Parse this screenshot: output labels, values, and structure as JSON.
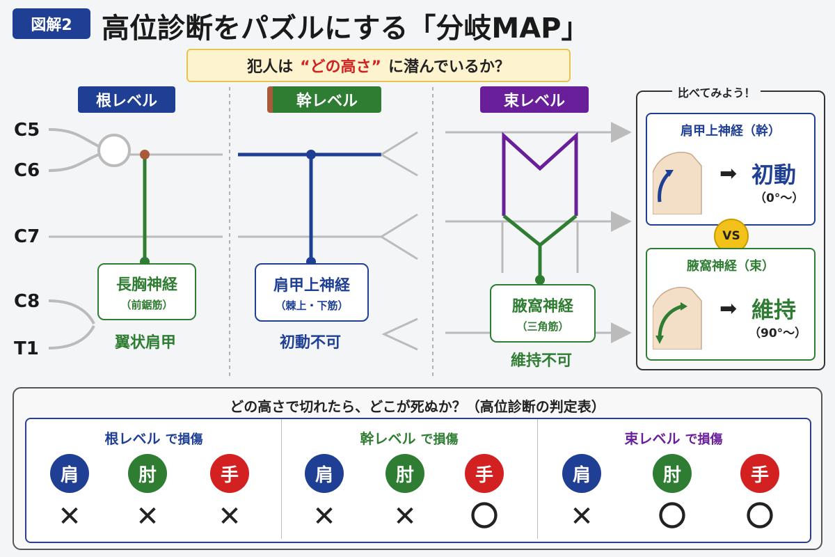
{
  "header": {
    "badge": "図解2",
    "title": "高位診断をパズルにする「分岐MAP」",
    "question_pre": "犯人は",
    "question_hl": "“どの高さ”",
    "question_post": "に潜んでいるか？"
  },
  "roots": [
    "C5",
    "C6",
    "C7",
    "C8",
    "T1"
  ],
  "levels": [
    {
      "label": "根レベル",
      "nerve": "長胸神経",
      "muscle": "（前鋸筋）",
      "result": "翼状肩甲",
      "color": "#1f3f94",
      "nerve_color": "#2f7d32"
    },
    {
      "label": "幹レベル",
      "nerve": "肩甲上神経",
      "muscle": "（棘上・下筋）",
      "result": "初動不可",
      "color": "#2f7d32",
      "nerve_color": "#1f3f94"
    },
    {
      "label": "束レベル",
      "nerve": "腋窩神経",
      "muscle": "（三角筋）",
      "result": "維持不可",
      "color": "#6a1f9a",
      "nerve_color": "#2f7d32"
    }
  ],
  "compare": {
    "title": "比べてみよう！",
    "top": {
      "title": "肩甲上神経（幹）",
      "result": "初動",
      "range": "（0°～）",
      "color": "#1f3f94"
    },
    "vs": "VS",
    "bottom": {
      "title": "腋窩神経（束）",
      "result": "維持",
      "range": "（90°～）",
      "color": "#2f7d32"
    },
    "arrow": "➡"
  },
  "table": {
    "title": "どの高さで切れたら、どこが死ぬか？（高位診断の判定表）",
    "suffix": "で損傷",
    "circle_labels": [
      "肩",
      "肘",
      "手"
    ],
    "circle_colors": [
      "#1f3f94",
      "#2f7d32",
      "#d32020"
    ],
    "columns": [
      {
        "level": "根レベル",
        "color": "#1f3f94",
        "marks": [
          "✕",
          "✕",
          "✕"
        ]
      },
      {
        "level": "幹レベル",
        "color": "#2f7d32",
        "marks": [
          "✕",
          "✕",
          "〇"
        ]
      },
      {
        "level": "束レベル",
        "color": "#6a1f9a",
        "marks": [
          "✕",
          "〇",
          "〇"
        ]
      }
    ]
  }
}
